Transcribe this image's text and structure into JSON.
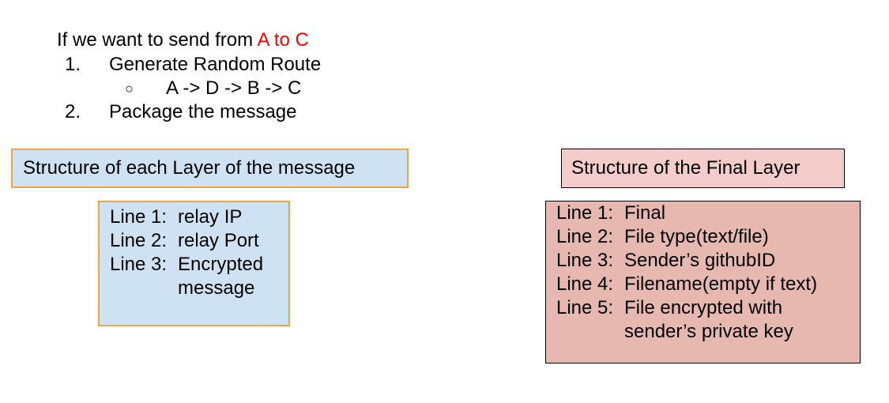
{
  "intro": {
    "prefix": "If we want to send from ",
    "highlight": "A to C",
    "highlight_color": "#ff0000"
  },
  "steps": [
    {
      "number": "1.",
      "text": "Generate Random Route"
    },
    {
      "number": "2.",
      "text": "Package the message"
    }
  ],
  "route": {
    "bullet": "○",
    "text": "A -> D -> B -> C"
  },
  "layer_structure": {
    "title": "Structure of each Layer of the message",
    "lines": [
      {
        "label": "Line 1:",
        "text": "relay IP"
      },
      {
        "label": "Line 2:",
        "text": "relay Port"
      },
      {
        "label": "Line 3:",
        "text": "Encrypted"
      },
      {
        "label": "",
        "text": "message"
      }
    ],
    "fill_color": "#cfe2f3",
    "border_color": "#f4a142"
  },
  "final_layer": {
    "title": "Structure of the Final Layer",
    "lines": [
      {
        "label": "Line 1:",
        "text": "Final"
      },
      {
        "label": "Line 2:",
        "text": "File type(text/file)"
      },
      {
        "label": "Line 3:",
        "text": "Sender’s githubID"
      },
      {
        "label": "Line 4:",
        "text": "Filename(empty if text)"
      },
      {
        "label": "Line 5:",
        "text": "File encrypted with"
      },
      {
        "label": "",
        "text": "sender’s private key"
      }
    ],
    "title_fill_color": "#f4cccc",
    "fill_color": "#e6b8af",
    "border_color": "#000000"
  }
}
